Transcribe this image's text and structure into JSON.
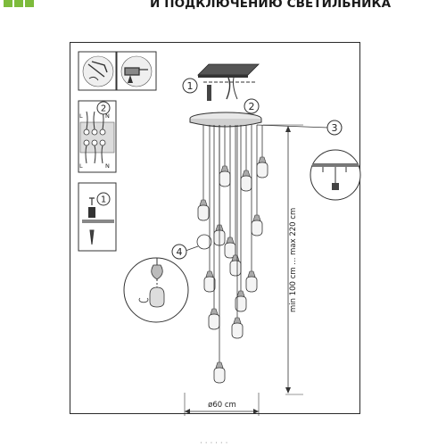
{
  "header": {
    "title": "И ПОДКЛЮЧЕНИЮ СВЕТИЛЬНИКА"
  },
  "callouts": {
    "step1_top": "1",
    "step2_top": "2",
    "step3": "3",
    "step4": "4",
    "panel2": "2",
    "panel1": "1"
  },
  "wiring": {
    "top_L": "L",
    "top_N": "N",
    "bottom_L": "L",
    "bottom_N": "N"
  },
  "dimensions": {
    "height_range": "min 100 cm ... max 220 cm",
    "diameter": "ø60 cm"
  },
  "colors": {
    "line": "#2a2a2a",
    "logo_green": "#7dbb3c",
    "panel_gray": "#dcdcdc"
  }
}
